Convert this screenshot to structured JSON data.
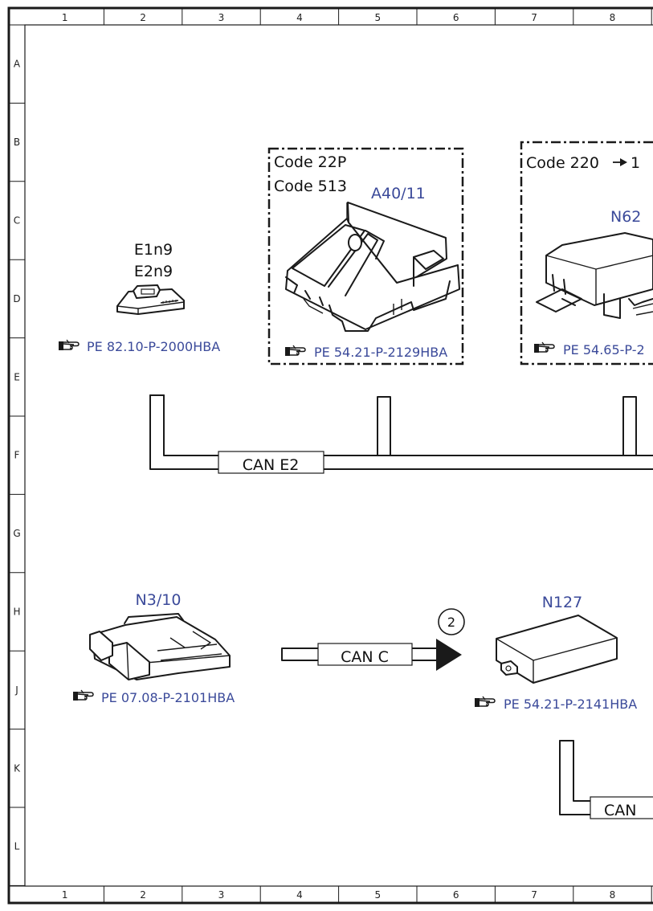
{
  "colors": {
    "ink": "#1a1a1a",
    "reference_blue": "#3b4a9a",
    "background": "#ffffff"
  },
  "grid": {
    "columns": [
      "1",
      "2",
      "3",
      "4",
      "5",
      "6",
      "7",
      "8"
    ],
    "rows": [
      "A",
      "B",
      "C",
      "D",
      "E",
      "F",
      "G",
      "H",
      "J",
      "K",
      "L"
    ]
  },
  "components": {
    "e1n9": {
      "labels": [
        "E1n9",
        "E2n9"
      ],
      "reference": "PE 82.10-P-2000HBA",
      "reference_icon": "pointing-hand-icon"
    },
    "a40_11": {
      "codes": [
        "Code 22P",
        "Code 513"
      ],
      "label": "A40/11",
      "reference": "PE 54.21-P-2129HBA",
      "reference_icon": "pointing-hand-icon"
    },
    "n62": {
      "code": "Code 220",
      "code_suffix": "1",
      "label": "N62",
      "reference": "PE 54.65-P-2",
      "reference_icon": "pointing-hand-icon"
    },
    "n3_10": {
      "label": "N3/10",
      "reference": "PE 07.08-P-2101HBA",
      "reference_icon": "pointing-hand-icon"
    },
    "n127": {
      "label": "N127",
      "reference": "PE 54.21-P-2141HBA",
      "reference_icon": "pointing-hand-icon"
    }
  },
  "buses": {
    "can_e2": "CAN E2",
    "can_c": "CAN C",
    "can_c_marker": "2",
    "can_partial": "CAN"
  }
}
